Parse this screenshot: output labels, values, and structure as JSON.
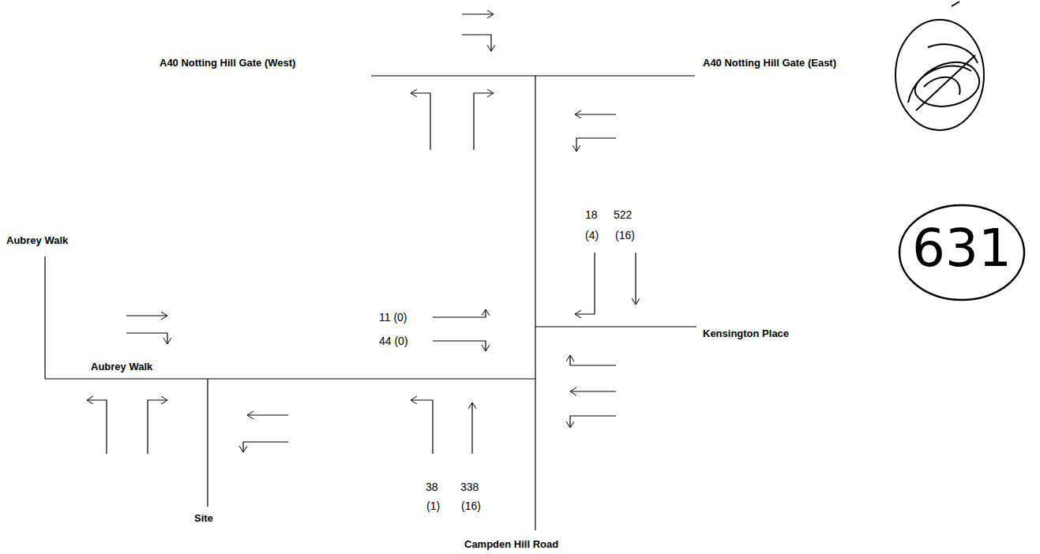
{
  "diagram": {
    "nodes": [
      {
        "text": [
          "631"
        ]
      }
    ],
    "labels": [
      "A40 Notting Hill Gate (West)",
      "A40 Notting Hill Gate (East)",
      "Aubrey Walk",
      "Aubrey Walk",
      "Site",
      "Campden Hill Road",
      "Kensington Place",
      "18",
      "522",
      "(4)",
      "(16)",
      "11 (0)",
      "44 (0)",
      "38",
      "338",
      "(1)",
      "(16)"
    ]
  }
}
